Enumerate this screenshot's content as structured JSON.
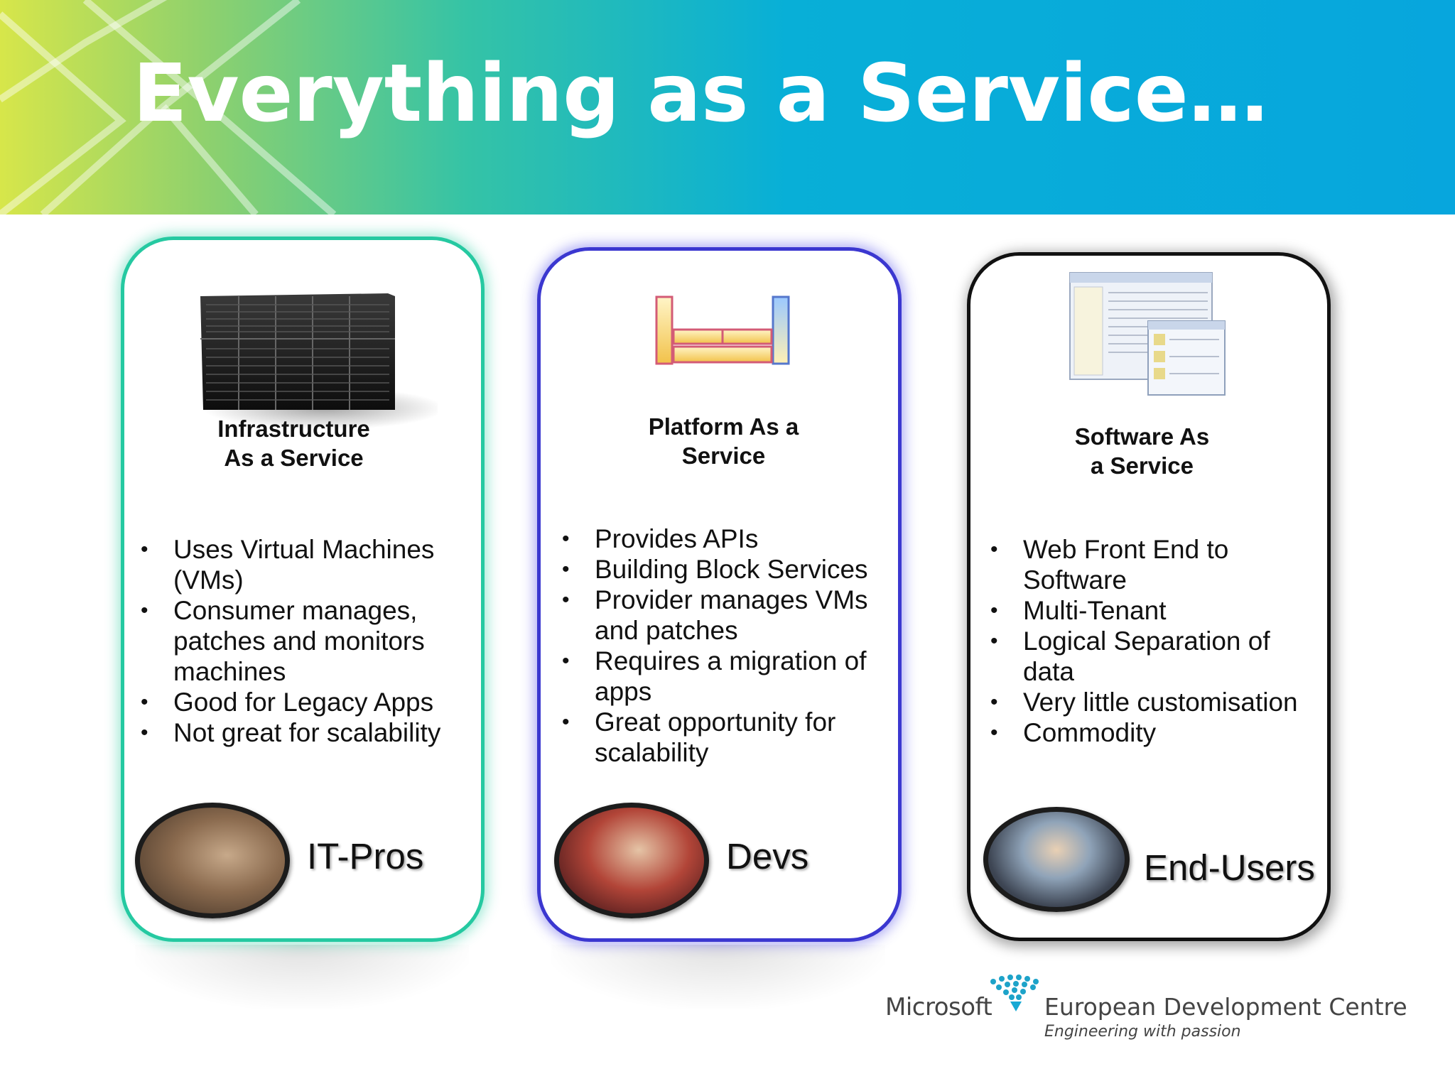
{
  "slide": {
    "title": "Everything as a Service…"
  },
  "cards": [
    {
      "title_lines": [
        "Infrastructure",
        "As a Service"
      ],
      "bullets": [
        "Uses Virtual Machines (VMs)",
        "Consumer manages, patches and monitors machines",
        "Good for Legacy Apps",
        "Not great for scalability"
      ],
      "audience": "IT-Pros",
      "image": "server-rack-image",
      "avatar": "it-pro-photo"
    },
    {
      "title_lines": [
        "Platform As a",
        "Service"
      ],
      "bullets": [
        "Provides APIs",
        "Building Block Services",
        "Provider manages VMs and patches",
        "Requires a migration of apps",
        "Great opportunity for scalability"
      ],
      "audience": "Devs",
      "image": "platform-blocks-icon",
      "avatar": "developer-photo"
    },
    {
      "title_lines": [
        "Software As",
        "a Service"
      ],
      "bullets": [
        "Web Front End to Software",
        "Multi-Tenant",
        "Logical Separation of data",
        "Very little customisation",
        "Commodity"
      ],
      "audience": "End-Users",
      "image": "software-window-screenshot",
      "avatar": "end-user-photo"
    }
  ],
  "footer": {
    "company": "Microsoft",
    "division": "European Development Centre",
    "tagline": "Engineering with passion"
  },
  "colors": {
    "teal_border": "#25c9a1",
    "blue_border": "#3b37d0",
    "dark_border": "#111111",
    "header_start": "#d7e64a",
    "header_end": "#07a6dd"
  }
}
